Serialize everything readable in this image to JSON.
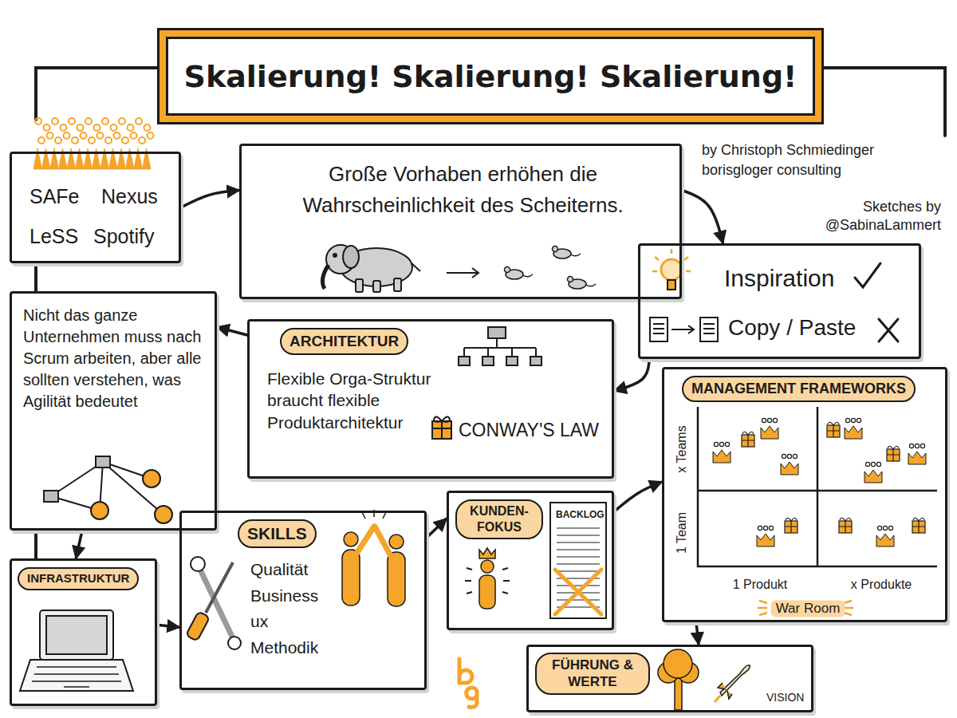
{
  "diagram": {
    "title": "Skalierung! Skalierung! Skalierung!",
    "nodes": [
      {
        "text": [
          "SAFe",
          "Nexus",
          "LeSS",
          "Spotify"
        ]
      },
      {
        "text": [
          "Große Vorhaben erhöhen die Wahrscheinlichkeit des Scheiterns."
        ]
      },
      {
        "text": [
          "Inspiration",
          "Copy / Paste"
        ]
      },
      {
        "text": [
          "Nicht das ganze Unternehmen muss nach Scrum arbeiten, aber alle sollten verstehen, was Agilität bedeutet"
        ]
      },
      {
        "text": [
          "ARCHITEKTUR",
          "Flexible Orga-Struktur braucht flexible Produktarchitektur",
          "CONWAY'S LAW"
        ]
      },
      {
        "text": [
          "MANAGEMENT FRAMEWORKS",
          "x Teams",
          "1 Team",
          "1 Produkt",
          "x Produkte",
          "War Room"
        ]
      },
      {
        "text": [
          "INFRASTRUKTUR"
        ]
      },
      {
        "text": [
          "SKILLS",
          "Qualität Business ux Methodik"
        ]
      },
      {
        "text": [
          "KUNDEN-FOKUS",
          "BACKLOG"
        ]
      },
      {
        "text": [
          "FÜHRUNG & WERTE",
          "VISION"
        ]
      }
    ],
    "edges": [
      {
        "from": 0,
        "to": 1,
        "arrow": "to"
      },
      {
        "from": 1,
        "to": 2,
        "arrow": "to"
      },
      {
        "from": 4,
        "to": 3,
        "arrow": "to"
      },
      {
        "from": 2,
        "to": 4,
        "arrow": "to"
      },
      {
        "from": 3,
        "to": 6,
        "arrow": "to"
      },
      {
        "from": 6,
        "to": 7,
        "arrow": "to"
      },
      {
        "from": 7,
        "to": 8,
        "arrow": "to"
      },
      {
        "from": 8,
        "to": 5,
        "arrow": "to"
      },
      {
        "from": 5,
        "to": 9,
        "arrow": "to"
      }
    ],
    "labels": [
      "by Christoph Schmiedinger borisgloger consulting",
      "Sketches by @SabinaLammert"
    ]
  }
}
